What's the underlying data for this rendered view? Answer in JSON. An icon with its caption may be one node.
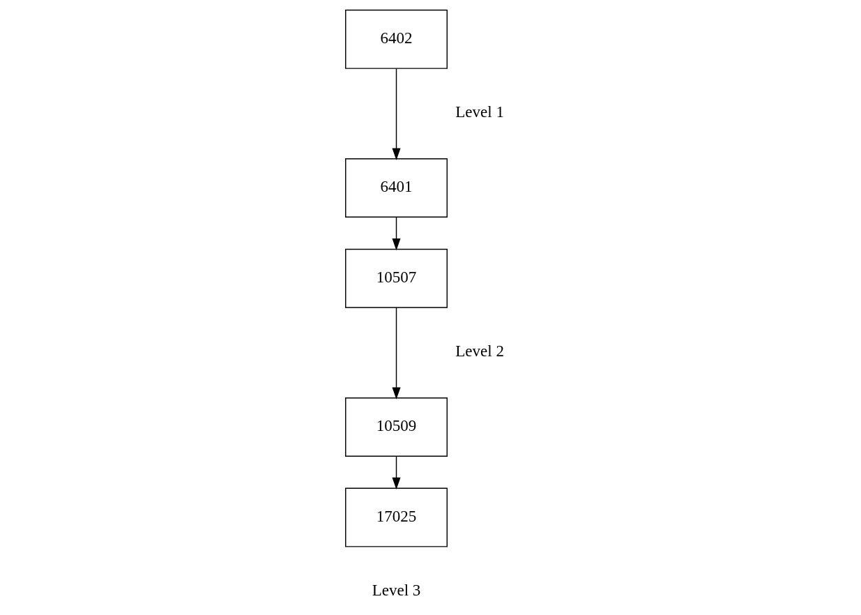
{
  "diagram": {
    "nodes": [
      {
        "text": [
          "6402"
        ]
      },
      {
        "text": [
          "6401"
        ]
      },
      {
        "text": [
          "10507"
        ]
      },
      {
        "text": [
          "10509"
        ]
      },
      {
        "text": [
          "17025"
        ]
      }
    ],
    "edges": [
      {
        "from": 0,
        "to": 1,
        "arrow": "to"
      },
      {
        "from": 1,
        "to": 2,
        "arrow": "to"
      },
      {
        "from": 2,
        "to": 3,
        "arrow": "to"
      },
      {
        "from": 3,
        "to": 4,
        "arrow": "to"
      }
    ],
    "labels": [
      "Level 1",
      "Level 2",
      "Level 3"
    ]
  }
}
